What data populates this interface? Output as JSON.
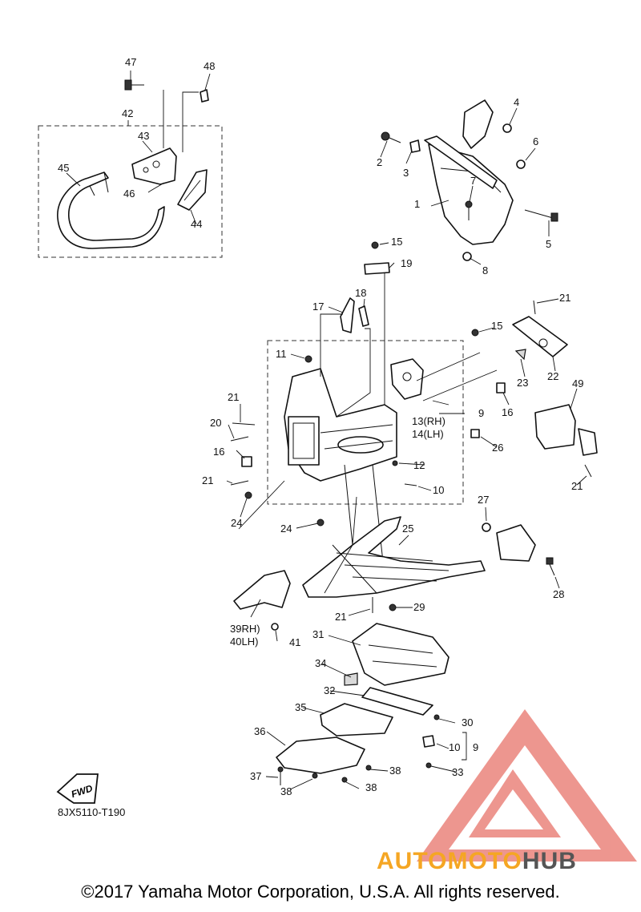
{
  "diagram": {
    "drawing_code": "8JX5110-T190",
    "fwd_label": "FWD",
    "footer": "©2017 Yamaha Motor Corporation, U.S.A. All rights reserved.",
    "watermark": {
      "part1": "AUTOMOTO",
      "part2": "HUB"
    },
    "colors": {
      "watermark_red": "#e8736a",
      "watermark_orange": "#f5a623",
      "watermark_gray": "#555555",
      "ink": "#111111"
    },
    "callouts": {
      "c1": "1",
      "c2": "2",
      "c3": "3",
      "c4": "4",
      "c5": "5",
      "c6": "6",
      "c7": "7",
      "c8": "8",
      "c9a": "9",
      "c9b": "9",
      "c10a": "10",
      "c10b": "10",
      "c11": "11",
      "c12": "12",
      "c13": "13(RH)",
      "c14": "14(LH)",
      "c15a": "15",
      "c15b": "15",
      "c16a": "16",
      "c16b": "16",
      "c17": "17",
      "c18": "18",
      "c19": "19",
      "c20": "20",
      "c21a": "21",
      "c21b": "21",
      "c21c": "21",
      "c21d": "21",
      "c21e": "21",
      "c22": "22",
      "c23": "23",
      "c24a": "24",
      "c24b": "24",
      "c25": "25",
      "c26": "26",
      "c27": "27",
      "c28": "28",
      "c29": "29",
      "c30": "30",
      "c31": "31",
      "c32": "32",
      "c33": "33",
      "c34": "34",
      "c35": "35",
      "c36": "36",
      "c37": "37",
      "c38a": "38",
      "c38b": "38",
      "c38c": "38",
      "c39": "39RH)",
      "c40": "40LH)",
      "c41": "41",
      "c42": "42",
      "c43": "43",
      "c44": "44",
      "c45": "45",
      "c46": "46",
      "c47": "47",
      "c48": "48",
      "c49": "49"
    }
  }
}
